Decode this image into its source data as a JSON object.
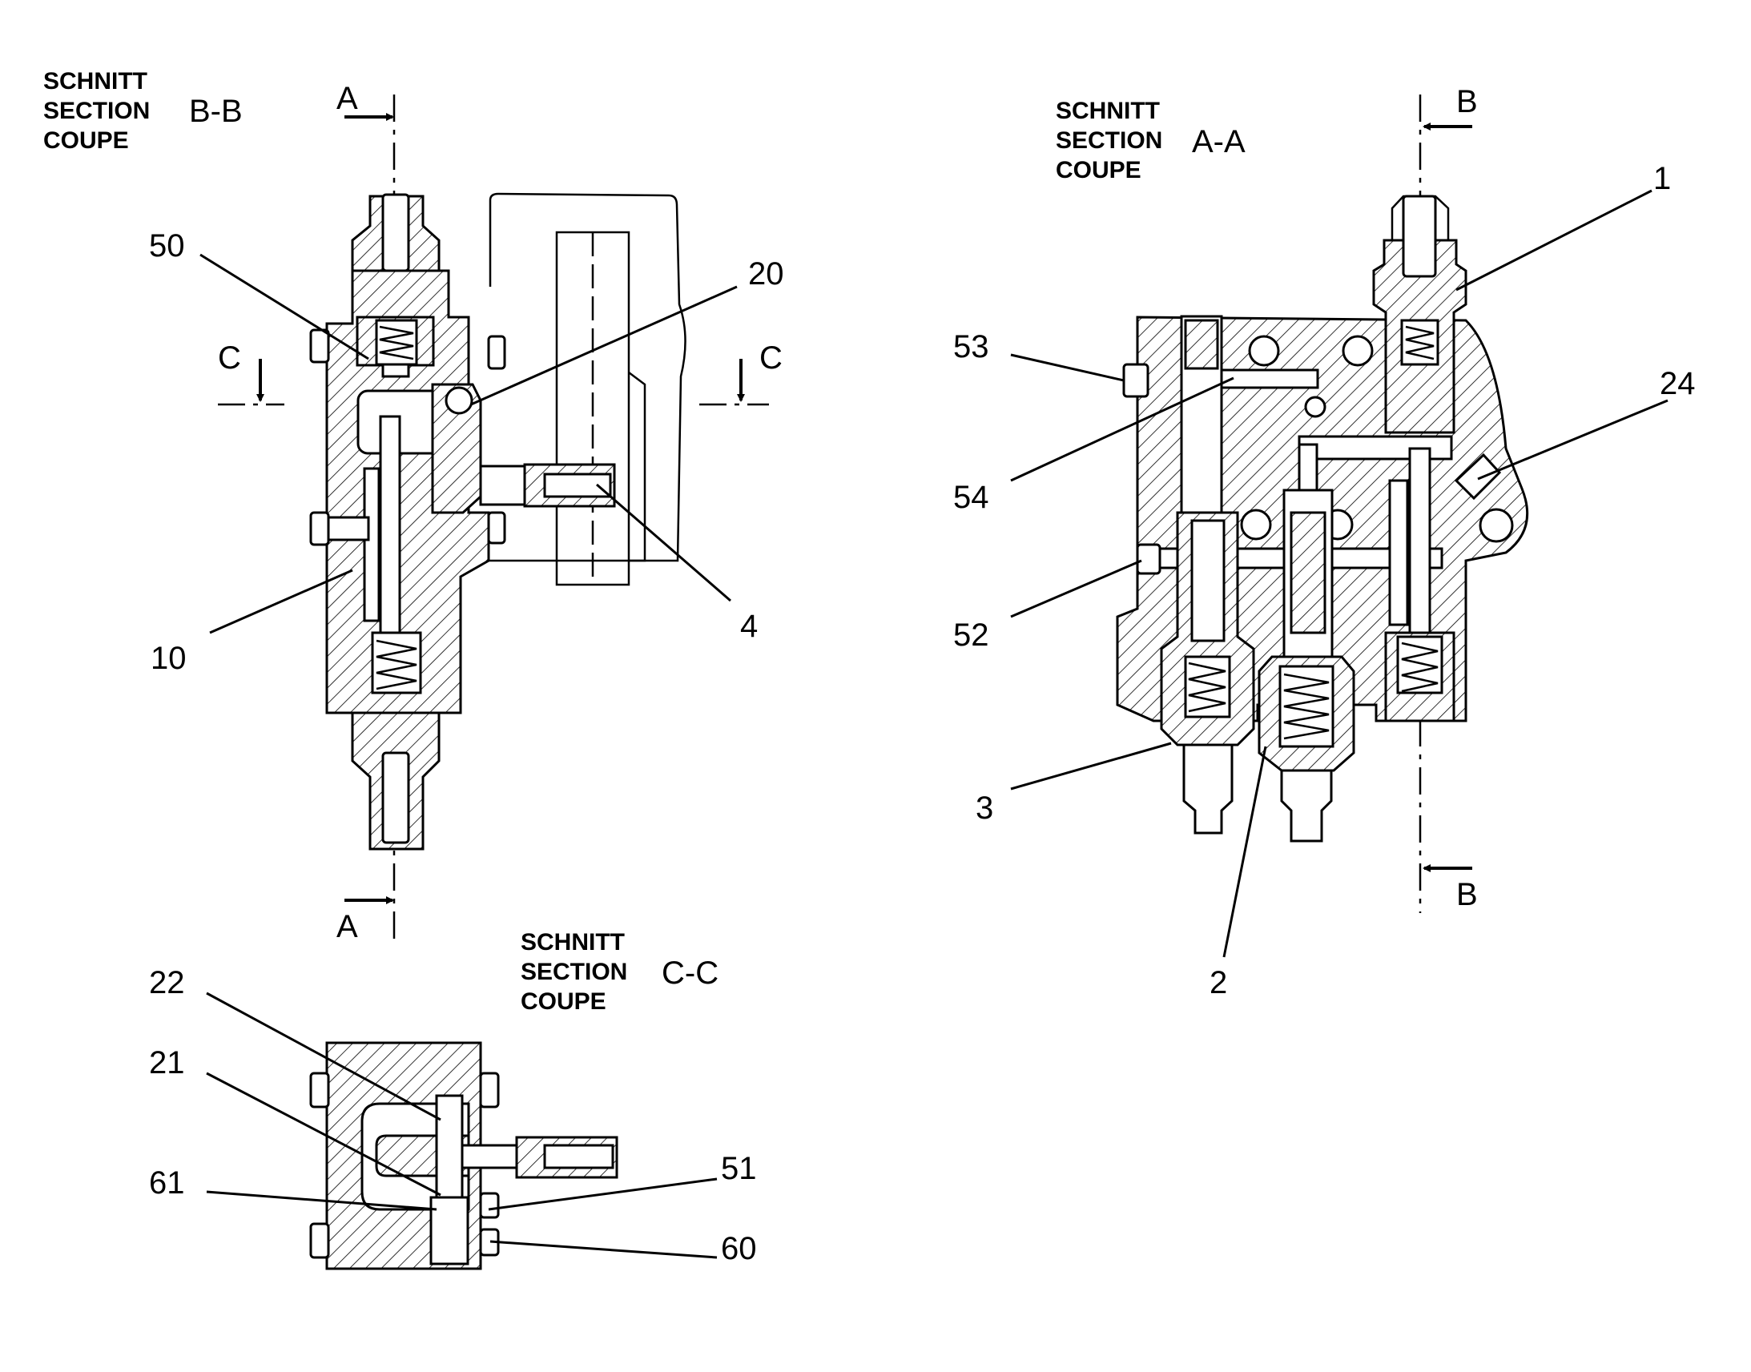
{
  "sections": {
    "bb": {
      "header": [
        "SCHNITT",
        "SECTION",
        "COUPE"
      ],
      "name": "B-B"
    },
    "aa": {
      "header": [
        "SCHNITT",
        "SECTION",
        "COUPE"
      ],
      "name": "A-A"
    },
    "cc": {
      "header": [
        "SCHNITT",
        "SECTION",
        "COUPE"
      ],
      "name": "C-C"
    }
  },
  "cut_marks": {
    "a_top": "A",
    "a_bottom": "A",
    "b_top": "B",
    "b_bottom": "B",
    "c_left": "C",
    "c_right": "C"
  },
  "callouts": {
    "bb": [
      "50",
      "20",
      "10",
      "4"
    ],
    "aa": [
      "1",
      "53",
      "24",
      "54",
      "52",
      "3",
      "2"
    ],
    "cc": [
      "22",
      "21",
      "61",
      "51",
      "60"
    ]
  }
}
